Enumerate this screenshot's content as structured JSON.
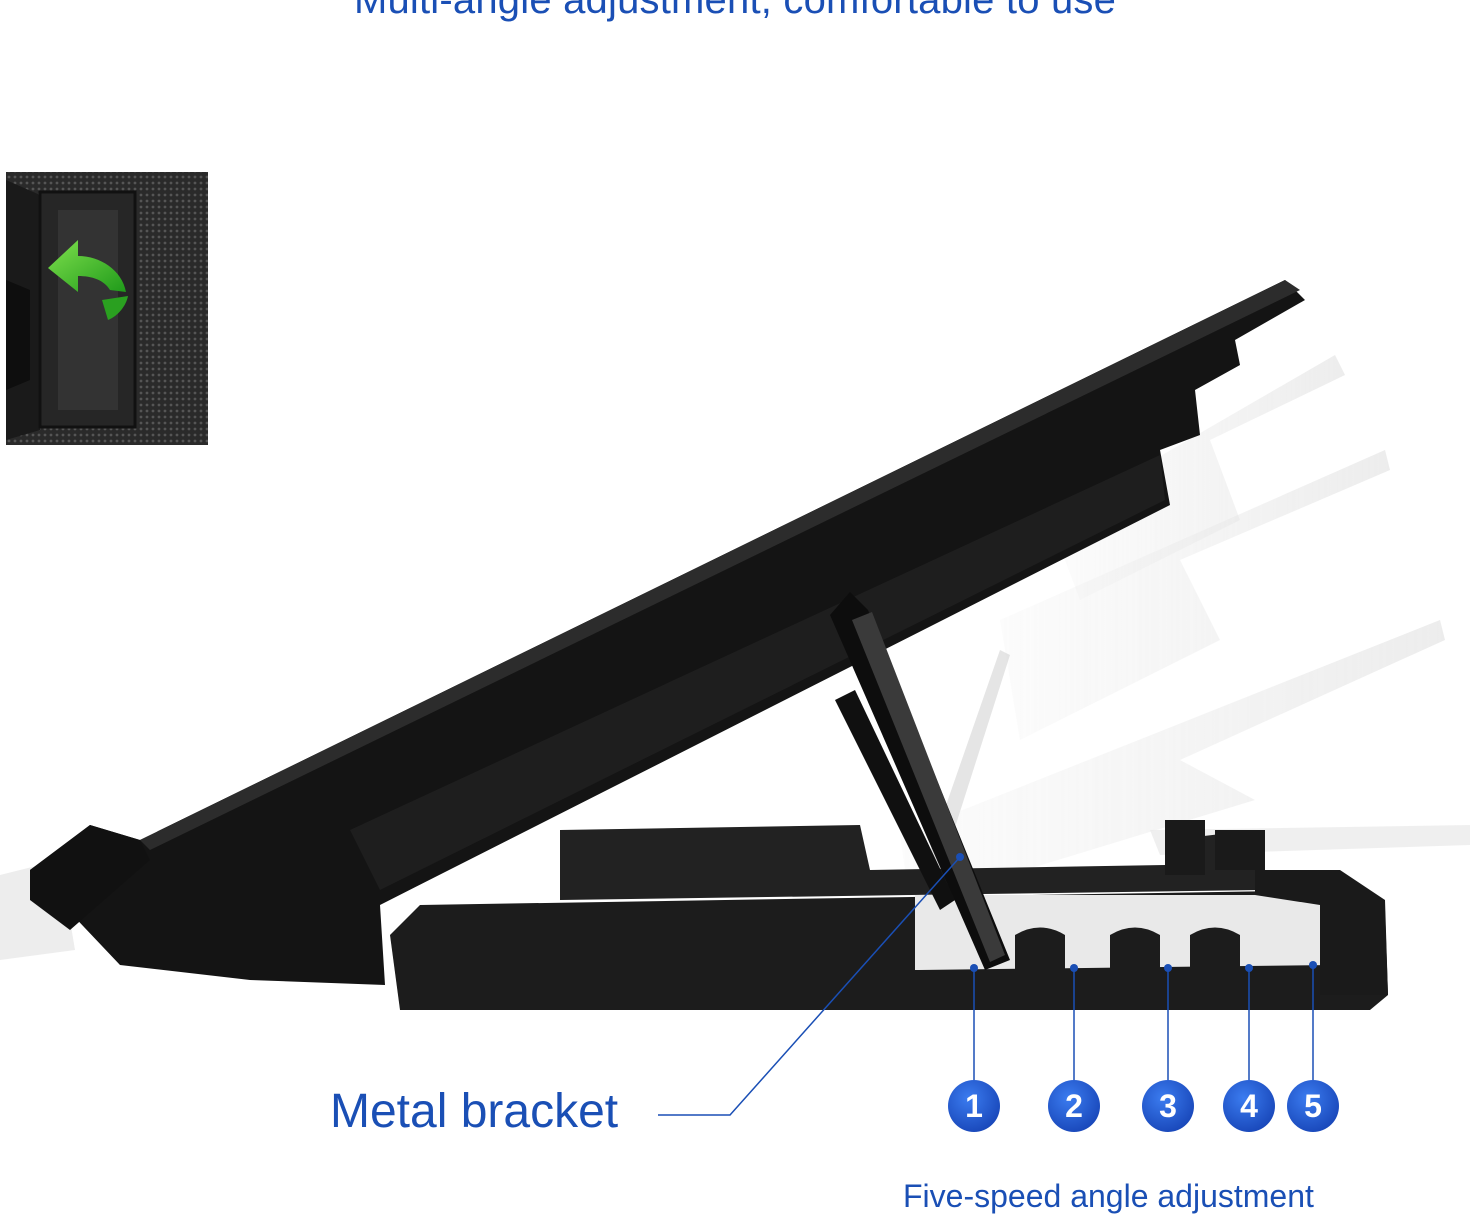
{
  "headline": "Multi-angle adjustment, comfortable to use",
  "callouts": {
    "bracket_label": "Metal bracket",
    "levels_label": "Five-speed angle adjustment"
  },
  "angle_levels": [
    "1",
    "2",
    "3",
    "4",
    "5"
  ],
  "colors": {
    "accent_blue": "#1a4fb5",
    "badge_blue": "#1f5fd6",
    "stand_black": "#1c1c1c",
    "arrow_green": "#3fbf2a"
  },
  "icons": {
    "inset_arrow": "curved-arrow-icon"
  }
}
